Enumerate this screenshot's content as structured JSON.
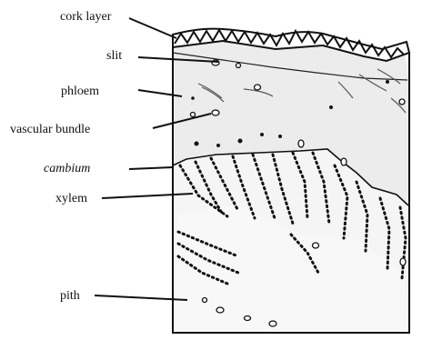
{
  "diagram": {
    "labels": {
      "cork_layer": "cork layer",
      "slit": "slit",
      "phloem": "phloem",
      "vascular_bundle": "vascular bundle",
      "cambium": "cambium",
      "xylem": "xylem",
      "pith": "pith"
    }
  },
  "colors": {
    "ink": "#111111",
    "phloem_shade": "#ececec",
    "xylem_shade": "#f4f4f4",
    "pith_shade": "#f7f7f7"
  }
}
